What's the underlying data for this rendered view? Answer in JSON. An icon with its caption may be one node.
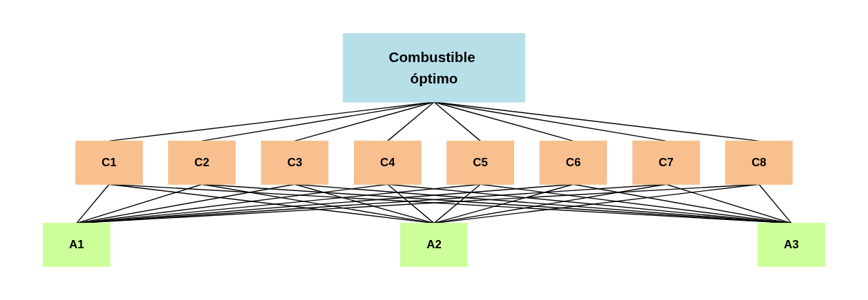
{
  "diagram": {
    "nodes": [
      {
        "text": [
          "Combustible óptimo"
        ]
      },
      {
        "text": [
          "C1"
        ]
      },
      {
        "text": [
          "C2"
        ]
      },
      {
        "text": [
          "C3"
        ]
      },
      {
        "text": [
          "C4"
        ]
      },
      {
        "text": [
          "C5"
        ]
      },
      {
        "text": [
          "C6"
        ]
      },
      {
        "text": [
          "C7"
        ]
      },
      {
        "text": [
          "C8"
        ]
      },
      {
        "text": [
          "A1"
        ]
      },
      {
        "text": [
          "A2"
        ]
      },
      {
        "text": [
          "A3"
        ]
      }
    ],
    "edges": [
      {
        "from": 0,
        "to": 1,
        "arrow": "none"
      },
      {
        "from": 0,
        "to": 2,
        "arrow": "none"
      },
      {
        "from": 0,
        "to": 3,
        "arrow": "none"
      },
      {
        "from": 0,
        "to": 4,
        "arrow": "none"
      },
      {
        "from": 0,
        "to": 5,
        "arrow": "none"
      },
      {
        "from": 0,
        "to": 6,
        "arrow": "none"
      },
      {
        "from": 0,
        "to": 7,
        "arrow": "none"
      },
      {
        "from": 0,
        "to": 8,
        "arrow": "none"
      },
      {
        "from": 1,
        "to": 9,
        "arrow": "none"
      },
      {
        "from": 1,
        "to": 10,
        "arrow": "none"
      },
      {
        "from": 1,
        "to": 11,
        "arrow": "none"
      },
      {
        "from": 2,
        "to": 9,
        "arrow": "none"
      },
      {
        "from": 2,
        "to": 10,
        "arrow": "none"
      },
      {
        "from": 2,
        "to": 11,
        "arrow": "none"
      },
      {
        "from": 3,
        "to": 9,
        "arrow": "none"
      },
      {
        "from": 3,
        "to": 10,
        "arrow": "none"
      },
      {
        "from": 3,
        "to": 11,
        "arrow": "none"
      },
      {
        "from": 4,
        "to": 9,
        "arrow": "none"
      },
      {
        "from": 4,
        "to": 10,
        "arrow": "none"
      },
      {
        "from": 4,
        "to": 11,
        "arrow": "none"
      },
      {
        "from": 5,
        "to": 9,
        "arrow": "none"
      },
      {
        "from": 5,
        "to": 10,
        "arrow": "none"
      },
      {
        "from": 5,
        "to": 11,
        "arrow": "none"
      },
      {
        "from": 6,
        "to": 9,
        "arrow": "none"
      },
      {
        "from": 6,
        "to": 10,
        "arrow": "none"
      },
      {
        "from": 6,
        "to": 11,
        "arrow": "none"
      },
      {
        "from": 7,
        "to": 9,
        "arrow": "none"
      },
      {
        "from": 7,
        "to": 10,
        "arrow": "none"
      },
      {
        "from": 7,
        "to": 11,
        "arrow": "none"
      },
      {
        "from": 8,
        "to": 9,
        "arrow": "none"
      },
      {
        "from": 8,
        "to": 10,
        "arrow": "none"
      },
      {
        "from": 8,
        "to": 11,
        "arrow": "none"
      }
    ]
  }
}
